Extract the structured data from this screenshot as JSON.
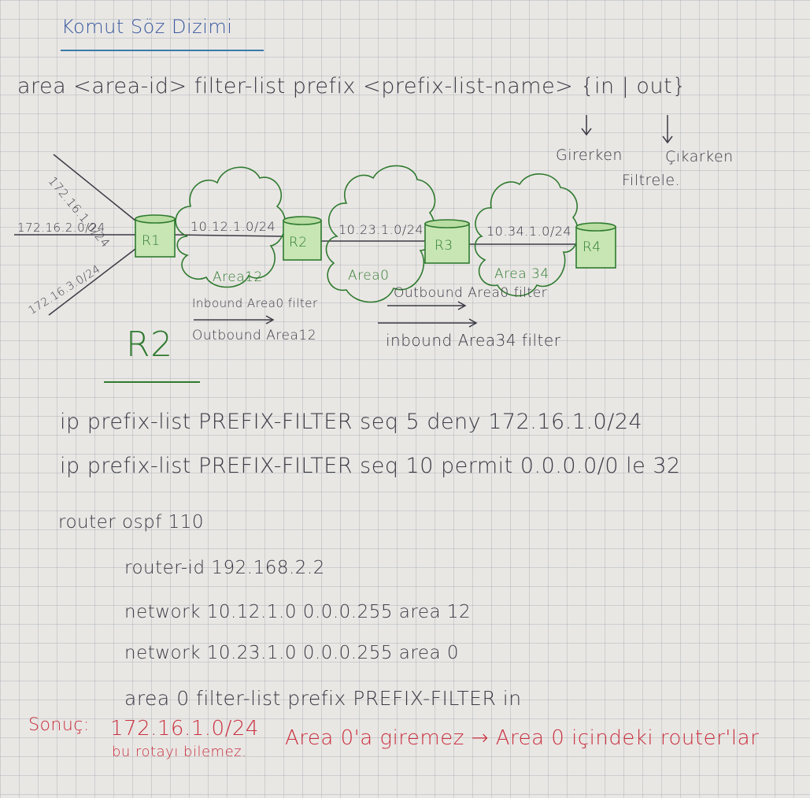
{
  "title": "Komut Söz Dizimi",
  "syntax": "area <area-id> filter-list prefix <prefix-list-name> {in | out}",
  "annotations": {
    "in_arrow_label": "Girerken",
    "out_arrow_label": "Çıkarken",
    "filter_label": "Filtrele."
  },
  "diagram": {
    "links": {
      "r1_top": "172.16.1.0/24",
      "r1_left": "172.16.2.0/24",
      "r1_bottom": "172.16.3.0/24"
    },
    "routers": [
      "R1",
      "R2",
      "R3",
      "R4"
    ],
    "subnets": [
      "10.12.1.0/24",
      "10.23.1.0/24",
      "10.34.1.0/24"
    ],
    "areas": [
      "Area12",
      "Area0",
      "Area 34"
    ],
    "notes": {
      "inbound_area0": "Inbound Area0 filter",
      "outbound_area12": "Outbound Area12",
      "outbound_area0": "Outbound Area0 filter",
      "inbound_area34": "inbound Area34 filter"
    },
    "router_heading": "R2"
  },
  "config": {
    "prefix_line1": "ip prefix-list PREFIX-FILTER seq 5 deny 172.16.1.0/24",
    "prefix_line2": "ip prefix-list PREFIX-FILTER seq 10 permit 0.0.0.0/0 le 32",
    "router_ospf": "router ospf 110",
    "router_id": "router-id 192.168.2.2",
    "network1": "network 10.12.1.0 0.0.0.255 area 12",
    "network2": "network 10.23.1.0 0.0.0.255 area 0",
    "filter_cmd": "area 0 filter-list prefix PREFIX-FILTER in"
  },
  "result": {
    "label": "Sonuç:",
    "line1a": "172.16.1.0/24",
    "line1b": "Area 0'a giremez → Area 0 içindeki router'lar",
    "line2": "bu rotayı bilemez."
  },
  "colors": {
    "ink_dark": "#3b3a44",
    "ink_blue": "#3a5aa0",
    "ink_green": "#2f7a2f",
    "ink_red": "#c9303f"
  }
}
